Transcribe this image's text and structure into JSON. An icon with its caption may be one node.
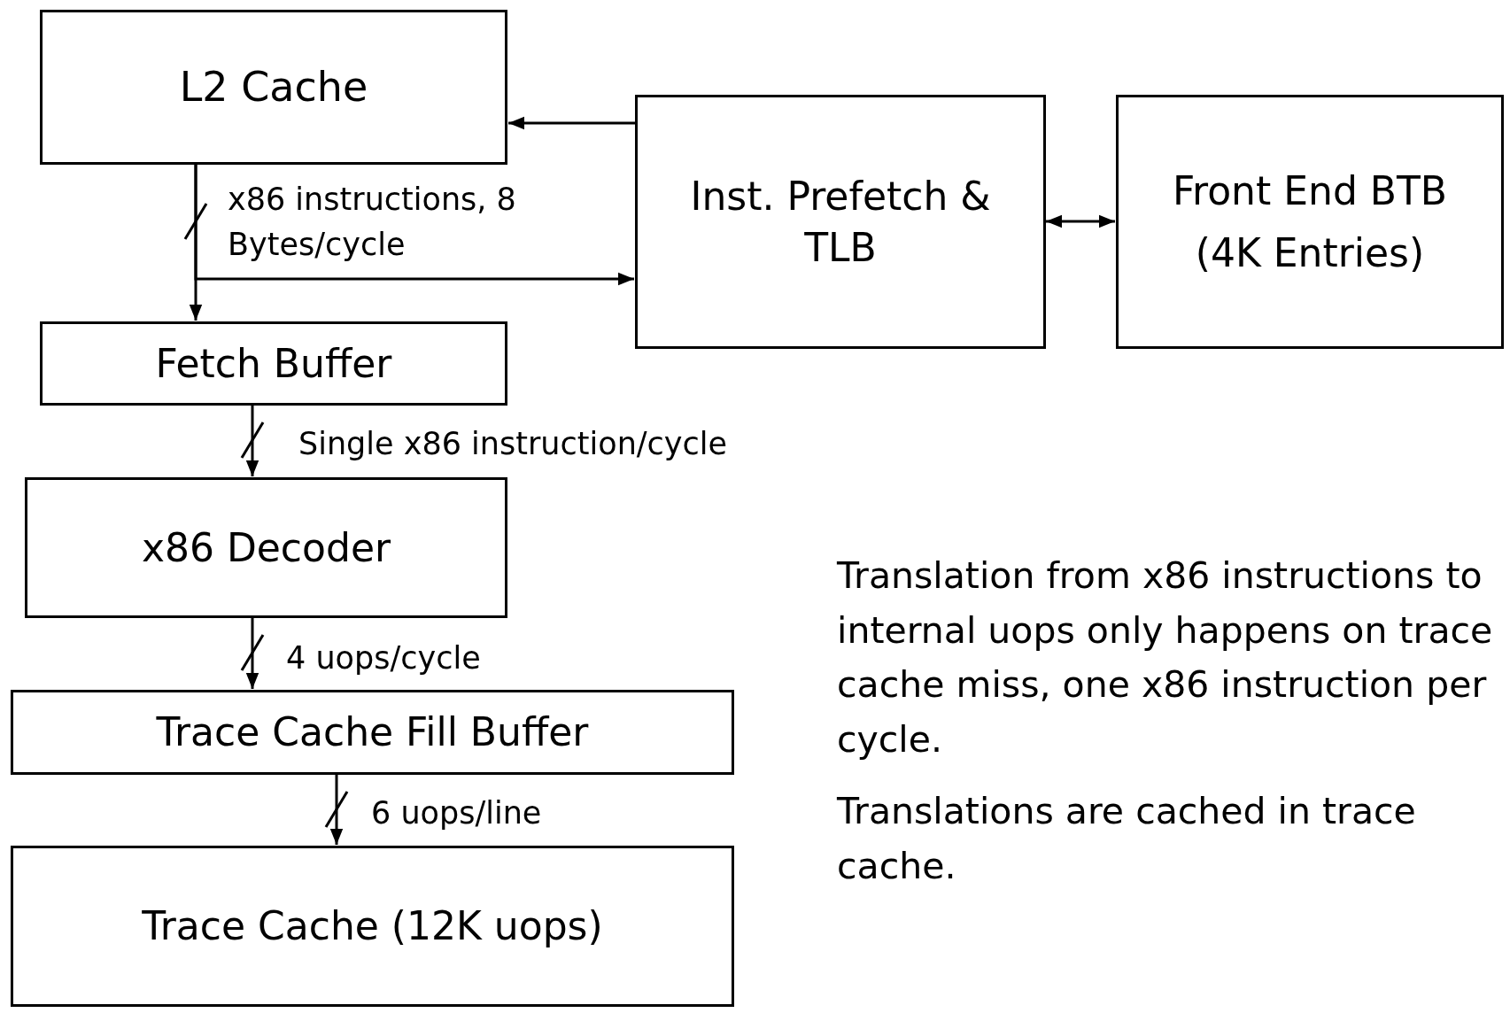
{
  "diagram": {
    "nodes": [
      {
        "text": [
          "L2 Cache"
        ]
      },
      {
        "text": [
          "Inst. Prefetch & TLB"
        ]
      },
      {
        "text": [
          "Front End BTB",
          "(4K Entries)"
        ]
      },
      {
        "text": [
          "Fetch Buffer"
        ]
      },
      {
        "text": [
          "x86 Decoder"
        ]
      },
      {
        "text": [
          "Trace Cache Fill Buffer"
        ]
      },
      {
        "text": [
          "Trace Cache (12K uops)"
        ]
      }
    ],
    "edges": [
      {
        "from": 1,
        "to": 0,
        "arrow": "to"
      },
      {
        "from": 0,
        "to": 3,
        "arrow": "to",
        "label": "x86 instructions, 8 Bytes/cycle"
      },
      {
        "from": 0,
        "to": 1,
        "arrow": "to"
      },
      {
        "from": 1,
        "to": 2,
        "arrow": "both"
      },
      {
        "from": 3,
        "to": 4,
        "arrow": "to",
        "label": "Single x86 instruction/cycle"
      },
      {
        "from": 4,
        "to": 5,
        "arrow": "to",
        "label": "4 uops/cycle"
      },
      {
        "from": 5,
        "to": 6,
        "arrow": "to",
        "label": "6 uops/line"
      }
    ],
    "labels": [
      "Translation from x86 instructions to internal uops only happens on trace cache miss, one x86 instruction per cycle.",
      "Translations are cached in trace cache."
    ]
  }
}
